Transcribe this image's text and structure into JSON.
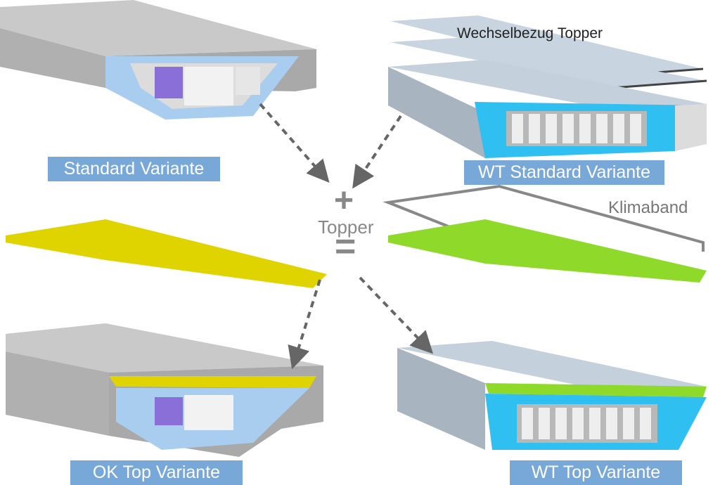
{
  "labels": {
    "standard": "Standard Variante",
    "wt_standard": "WT Standard Variante",
    "ok_top": "OK Top Variante",
    "wt_top": "WT Top Variante",
    "wechselbezug": "Wechselbezug Topper",
    "klimaband": "Klimaband",
    "plus": "+",
    "topper": "Topper",
    "equals": "="
  },
  "colors": {
    "label_bg": "#78a8d8",
    "arrow": "#666666",
    "ok_topper": "#e0d400",
    "wt_topper": "#8fd92a",
    "foam_blue": "#2fbff0",
    "foam_light": "#a9cdef"
  }
}
